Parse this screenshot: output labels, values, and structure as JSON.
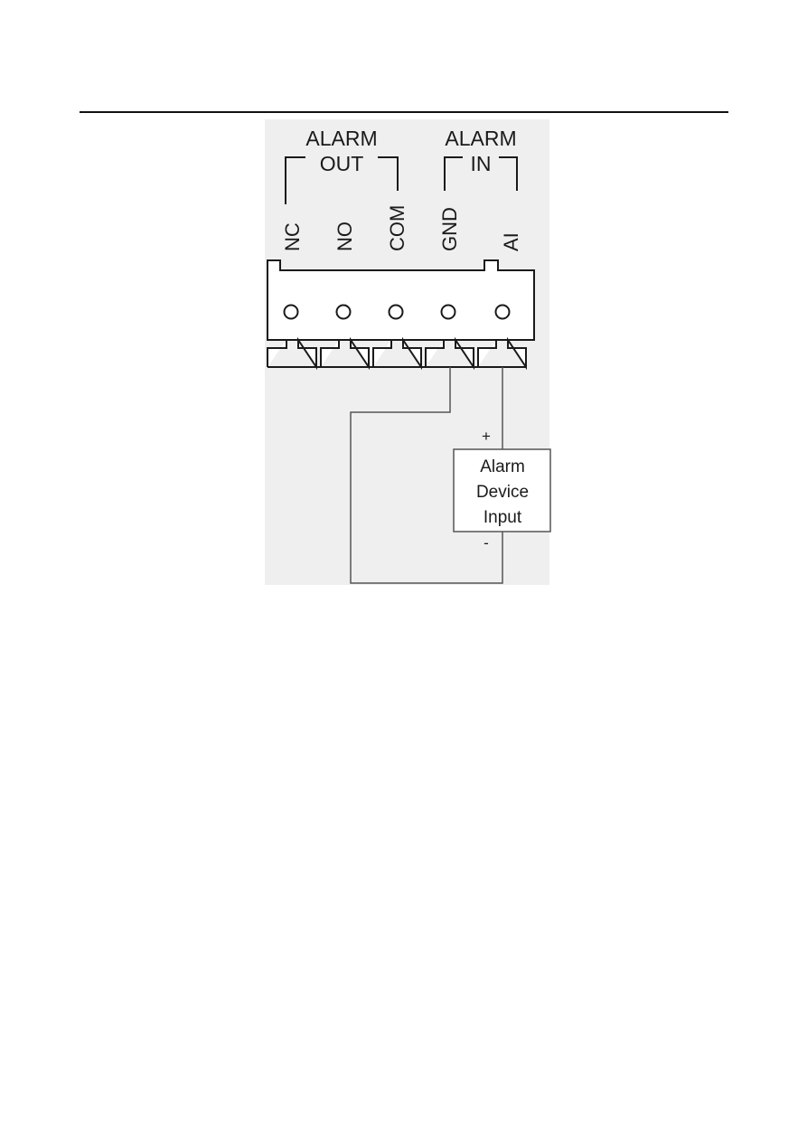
{
  "diagram": {
    "groups": {
      "alarm_out": {
        "line1": "ALARM",
        "line2": "OUT"
      },
      "alarm_in": {
        "line1": "ALARM",
        "line2": "IN"
      }
    },
    "terminals": [
      {
        "id": "nc",
        "label": "NC"
      },
      {
        "id": "no",
        "label": "NO"
      },
      {
        "id": "com",
        "label": "COM"
      },
      {
        "id": "gnd",
        "label": "GND"
      },
      {
        "id": "ai",
        "label": "AI"
      }
    ],
    "device": {
      "line1": "Alarm",
      "line2": "Device",
      "line3": "Input",
      "plus": "+",
      "minus": "-"
    },
    "colors": {
      "line": "#1a1a1a",
      "wire": "#555555",
      "panel": "#efefef"
    }
  }
}
